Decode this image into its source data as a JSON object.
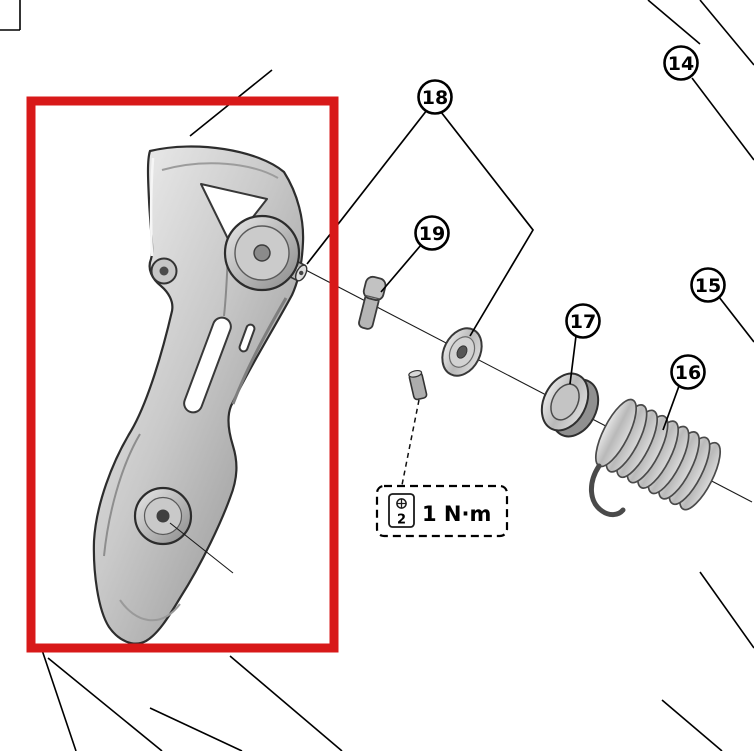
{
  "diagram": {
    "callouts": [
      {
        "label": "14"
      },
      {
        "label": "15"
      },
      {
        "label": "16"
      },
      {
        "label": "17"
      },
      {
        "label": "18"
      },
      {
        "label": "19"
      }
    ],
    "torque_note": {
      "screw_symbol": "2",
      "value": "1 N·m"
    },
    "colors": {
      "highlight": "#d81919",
      "line": "#000000",
      "metal_light": "#ececec",
      "metal_dark": "#8f8f8f"
    }
  }
}
